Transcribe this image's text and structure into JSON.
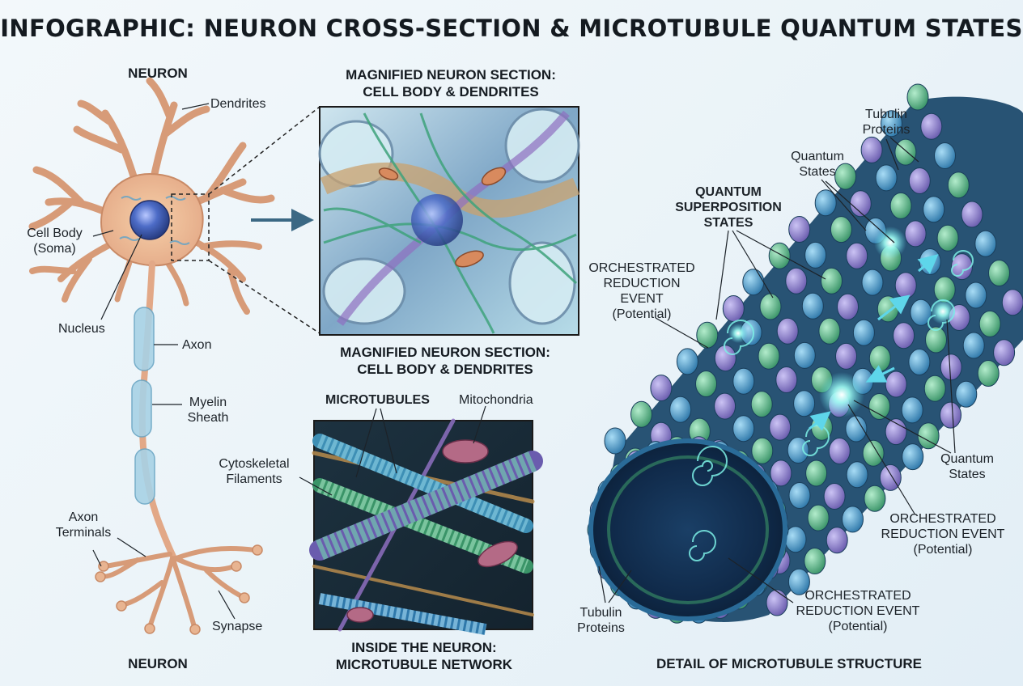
{
  "title": "INFOGRAPHIC: NEURON CROSS-SECTION & MICROTUBULE QUANTUM STATES",
  "neuron": {
    "top_heading": "NEURON",
    "bottom_heading": "NEURON",
    "labels": {
      "dendrites": "Dendrites",
      "cell_body": "Cell Body",
      "soma": "(Soma)",
      "nucleus": "Nucleus",
      "axon": "Axon",
      "myelin_1": "Myelin",
      "myelin_2": "Sheath",
      "axon_terminals_1": "Axon",
      "axon_terminals_2": "Terminals",
      "synapse": "Synapse"
    }
  },
  "magnified": {
    "heading_top_1": "MAGNIFIED NEURON SECTION:",
    "heading_top_2": "CELL BODY & DENDRITES",
    "heading_bottom_1": "MAGNIFIED NEURON SECTION:",
    "heading_bottom_2": "CELL BODY & DENDRITES"
  },
  "network": {
    "labels": {
      "microtubules": "MICROTUBULES",
      "mitochondria": "Mitochondria",
      "cyto_1": "Cytoskeletal",
      "cyto_2": "Filaments"
    },
    "heading_1": "INSIDE THE NEURON:",
    "heading_2": "MICROTUBULE NETWORK"
  },
  "microtubule": {
    "heading": "DETAIL OF MICROTUBULE STRUCTURE",
    "labels": {
      "tubulin_top_1": "Tubulin",
      "tubulin_top_2": "Proteins",
      "quantum_top_1": "Quantum",
      "quantum_top_2": "States",
      "superposition_1": "QUANTUM",
      "superposition_2": "SUPERPOSITION",
      "superposition_3": "STATES",
      "orch_left_1": "ORCHESTRATED",
      "orch_left_2": "REDUCTION",
      "orch_left_3": "EVENT",
      "orch_left_4": "(Potential)",
      "quantum_right_1": "Quantum",
      "quantum_right_2": "States",
      "orch_right_1": "ORCHESTRATED",
      "orch_right_2": "REDUCTION EVENT",
      "orch_right_3": "(Potential)",
      "orch_bottom_1": "ORCHESTRATED",
      "orch_bottom_2": "REDUCTION EVENT",
      "orch_bottom_3": "(Potential)",
      "tubulin_bottom_1": "Tubulin",
      "tubulin_bottom_2": "Proteins"
    }
  },
  "colors": {
    "membrane": "#e8b491",
    "membrane_dark": "#c98a66",
    "myelin": "#a8d2e6",
    "nucleus": "#3b5fb0",
    "tubulin_blue": "#3d8fc2",
    "tubulin_green": "#46a67a",
    "tubulin_purple": "#7d6fc0",
    "quantum_glow": "#7df0e6"
  }
}
